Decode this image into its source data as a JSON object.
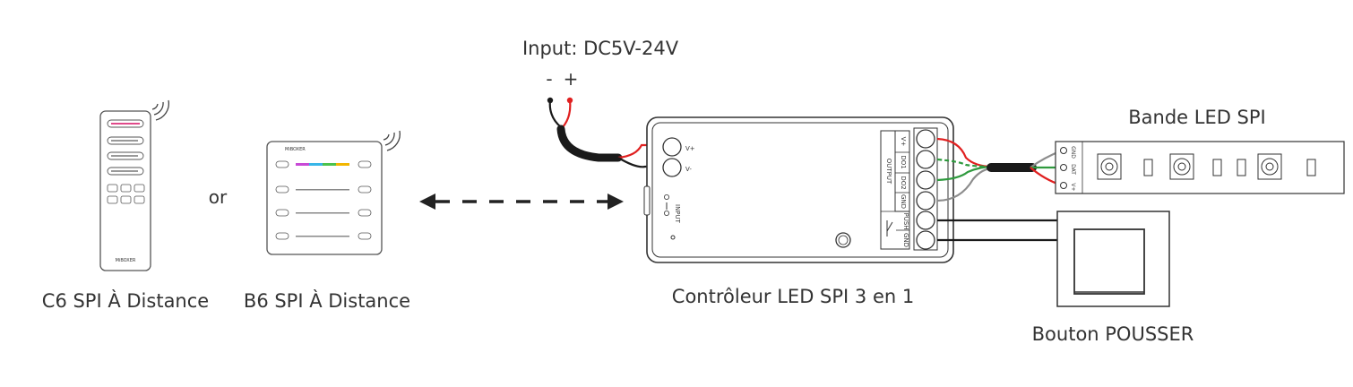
{
  "labels": {
    "input_title": "Input: DC5V-24V",
    "minus": "-",
    "plus": "+",
    "or": "or",
    "remote_c6": "C6 SPI À Distance",
    "remote_b6": "B6 SPI À Distance",
    "controller": "Contrôleur LED SPI 3 en 1",
    "strip": "Bande LED SPI",
    "button": "Bouton POUSSER"
  },
  "controller": {
    "vplus": "V+",
    "vminus": "V-",
    "input": "INPUT",
    "output": "OUTPUT",
    "terminals": [
      "V+",
      "DO1",
      "DO2",
      "GND",
      "PUSH",
      "GND"
    ]
  },
  "strip": {
    "pins": [
      "GND",
      "DAT",
      "V+"
    ]
  },
  "brand": {
    "c6": "MiBOXER",
    "b6": "MiBOXER"
  },
  "colors": {
    "wire_red": "#e02020",
    "wire_black": "#1a1a1a",
    "wire_green": "#2f9a3e",
    "wire_gray": "#8c8c8c",
    "outline": "#333333"
  }
}
